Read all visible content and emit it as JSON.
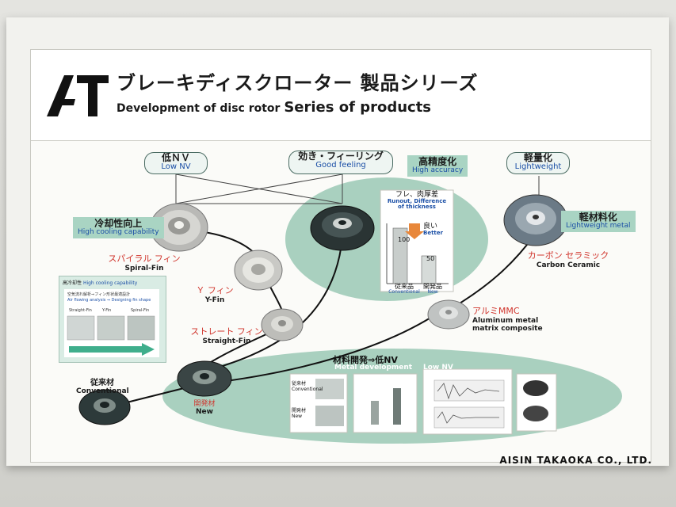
{
  "header": {
    "title_jp": "ブレーキディスクローター 製品シリーズ",
    "title_en_small": "Development of disc rotor",
    "title_en_big": "Series of products"
  },
  "goals": {
    "low_nv": {
      "jp": "低ＮＶ",
      "en": "Low NV"
    },
    "good_feeling": {
      "jp": "効き・フィーリング",
      "en": "Good feeling"
    },
    "high_accuracy": {
      "jp": "高精度化",
      "en": "High accuracy"
    },
    "lightweight": {
      "jp": "軽量化",
      "en": "Lightweight"
    }
  },
  "cooling": {
    "jp": "冷却性向上",
    "en": "High cooling capability"
  },
  "rotors": {
    "spiral": {
      "jp": "スパイラル フィン",
      "en": "Spiral-Fin"
    },
    "yfin": {
      "jp": "Ｙ フィン",
      "en": "Y-Fin"
    },
    "straight": {
      "jp": "ストレート フィン",
      "en": "Straight-Fin"
    },
    "conventional": {
      "jp": "従来材",
      "en": "Conventional"
    },
    "new": {
      "jp": "開発材",
      "en": "New"
    },
    "aluminum": {
      "jp": "アルミMMC",
      "en1": "Aluminum metal",
      "en2": "matrix composite"
    },
    "carbon": {
      "jp": "カーボン セラミック",
      "en": "Carbon Ceramic"
    }
  },
  "lightweight_material": {
    "jp": "軽材料化",
    "en": "Lightweight metal"
  },
  "accuracy_chart": {
    "title_jp": "フレ、肉厚差",
    "title_en1": "Runout, Difference",
    "title_en2": "of thickness",
    "better_jp": "良い",
    "better_en": "Better",
    "bars": [
      {
        "jp": "従来品",
        "en": "Conventional",
        "value": 100,
        "label": "100"
      },
      {
        "jp": "開発品",
        "en": "New",
        "value": 50,
        "label": "50"
      }
    ]
  },
  "material_dev": {
    "jp": "材料開発⇒低NV",
    "en1": "Metal development",
    "en2": "Low NV"
  },
  "inset": {
    "title": "高冷却性",
    "subtitle": "High cooling capability",
    "line1": "空気流れ解析⇒フィン形状最適設計",
    "line2": "Air flowing analysis ⇒ Designing fin shape",
    "cols": [
      "Straight-Fin",
      "Y-Fin",
      "Spiral-Fin"
    ]
  },
  "metal_panel": {
    "row1_jp": "従来材",
    "row1_en": "Conventional",
    "row2_jp": "開発材",
    "row2_en": "New"
  },
  "company": "AISIN TAKAOKA CO., LTD.",
  "colors": {
    "accent_green": "#a9d4c3",
    "blob_green": "#a9d0bf",
    "text_blue": "#1b4fa6",
    "text_red": "#d0342c"
  }
}
